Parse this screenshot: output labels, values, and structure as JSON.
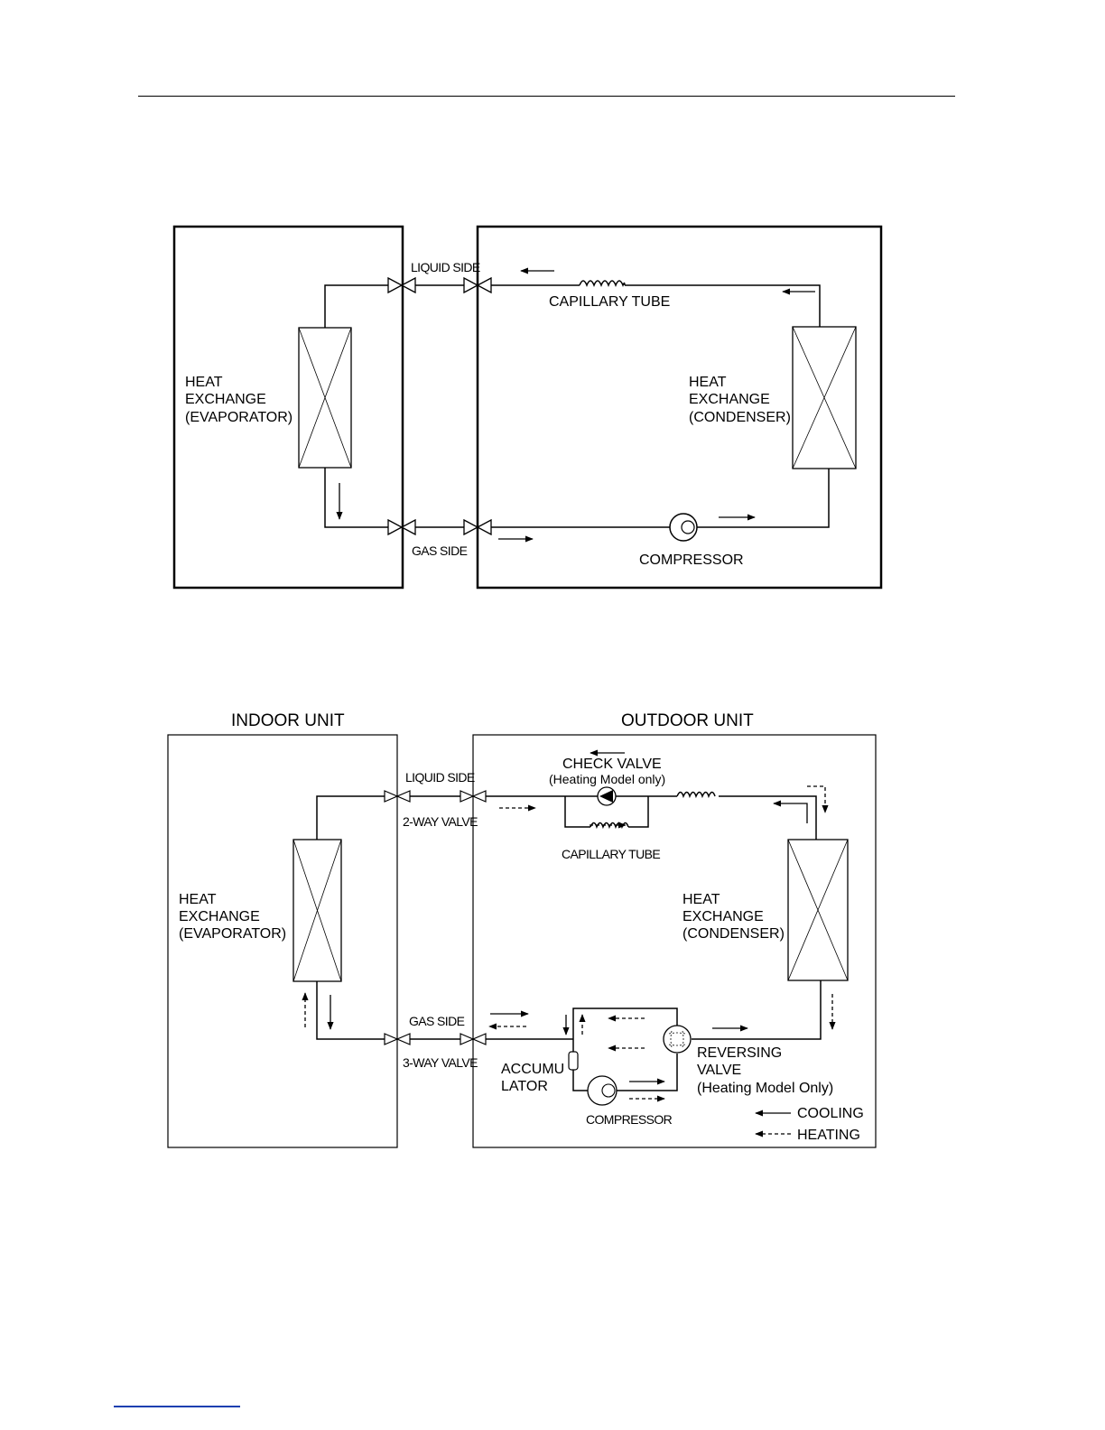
{
  "diagram1": {
    "liquid_side": "LIQUID SIDE",
    "gas_side": "GAS SIDE",
    "capillary_tube": "CAPILLARY TUBE",
    "compressor": "COMPRESSOR",
    "evaporator": [
      "HEAT",
      "EXCHANGE",
      "(EVAPORATOR)"
    ],
    "condenser": [
      "HEAT",
      "EXCHANGE",
      "(CONDENSER)"
    ]
  },
  "diagram2": {
    "indoor_unit": "INDOOR UNIT",
    "outdoor_unit": "OUTDOOR UNIT",
    "liquid_side": "LIQUID SIDE",
    "two_way_valve": "2-WAY VALVE",
    "gas_side": "GAS SIDE",
    "three_way_valve": "3-WAY VALVE",
    "check_valve": "CHECK VALVE",
    "check_valve_note": "(Heating Model only)",
    "capillary_tube": "CAPILLARY TUBE",
    "evaporator": [
      "HEAT",
      "EXCHANGE",
      "(EVAPORATOR)"
    ],
    "condenser": [
      "HEAT",
      "EXCHANGE",
      "(CONDENSER)"
    ],
    "accumulator": [
      "ACCUMU",
      "LATOR"
    ],
    "compressor": "COMPRESSOR",
    "reversing_valve": [
      "REVERSING",
      "VALVE",
      "(Heating Model Only)"
    ],
    "legend": {
      "cooling": "COOLING",
      "heating": "HEATING"
    }
  }
}
